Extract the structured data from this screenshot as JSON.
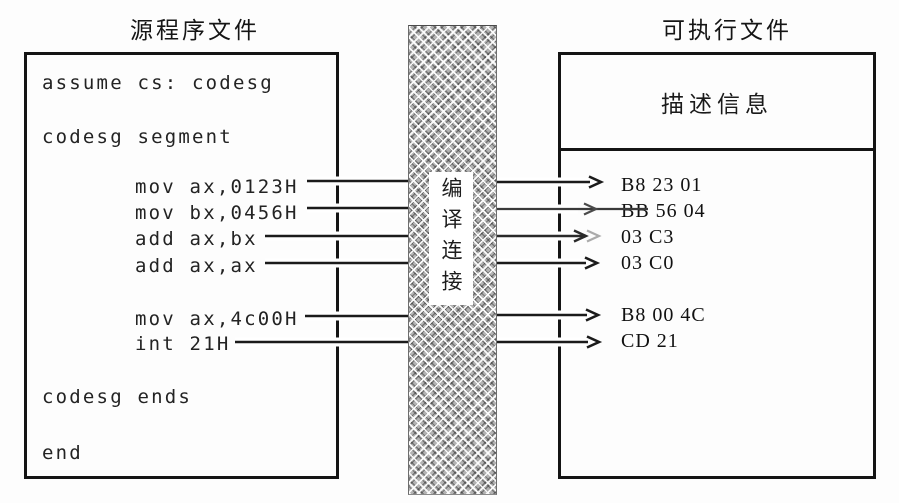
{
  "source_panel": {
    "title": "源程序文件",
    "lines": [
      {
        "text": "assume cs: codesg"
      },
      {
        "text": "codesg segment"
      },
      {
        "text": "mov ax,0123H"
      },
      {
        "text": "mov bx,0456H"
      },
      {
        "text": "add ax,bx"
      },
      {
        "text": "add ax,ax"
      },
      {
        "text": "mov ax,4c00H"
      },
      {
        "text": "int 21H"
      },
      {
        "text": "codesg ends"
      },
      {
        "text": "end"
      }
    ]
  },
  "process": {
    "label": "编译连接"
  },
  "executable_panel": {
    "title": "可执行文件",
    "header": "描述信息",
    "codes": [
      {
        "text": "B8 23 01"
      },
      {
        "text": "BB 56 04"
      },
      {
        "text": "03 C3"
      },
      {
        "text": "03 C0"
      },
      {
        "text": "B8 00 4C"
      },
      {
        "text": "CD 21"
      }
    ]
  },
  "colors": {
    "line": "#1b1b1b",
    "border": "#141414",
    "hatch_gray": "#b3b3b3"
  }
}
